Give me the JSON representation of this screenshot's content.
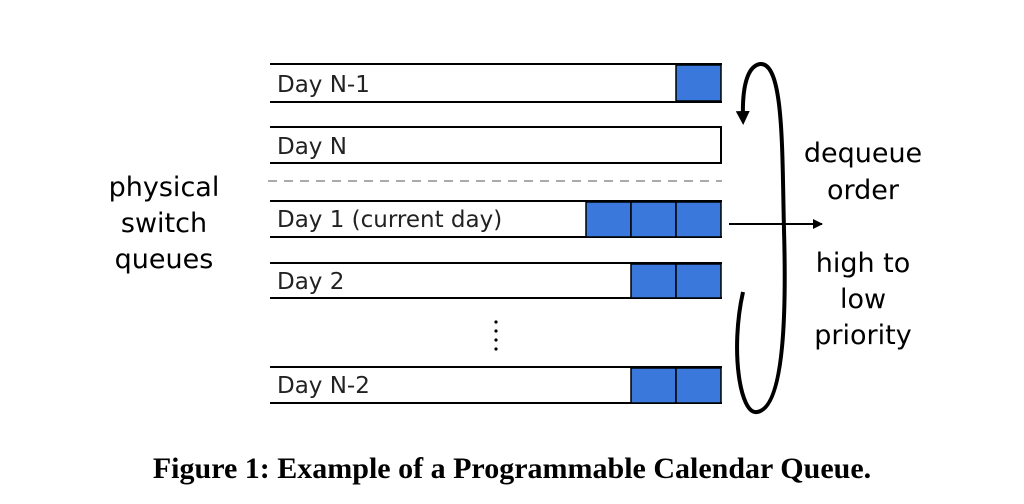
{
  "queues": [
    {
      "label": "Day N-1",
      "packets": 1
    },
    {
      "label": "Day N",
      "packets": 0
    },
    {
      "label": "Day 1 (current day)",
      "packets": 3
    },
    {
      "label": "Day 2",
      "packets": 2
    },
    {
      "label": "Day N-2",
      "packets": 2
    }
  ],
  "left_label": [
    "physical",
    "switch",
    "queues"
  ],
  "right_top_label": [
    "dequeue",
    "order"
  ],
  "right_bottom_label": [
    "high to",
    "low",
    "priority"
  ],
  "caption": "Figure 1: Example of a Programmable Calendar Queue.",
  "colors": {
    "packet": "#3a78dc",
    "line": "#000000",
    "divider": "#aaaaaa"
  }
}
